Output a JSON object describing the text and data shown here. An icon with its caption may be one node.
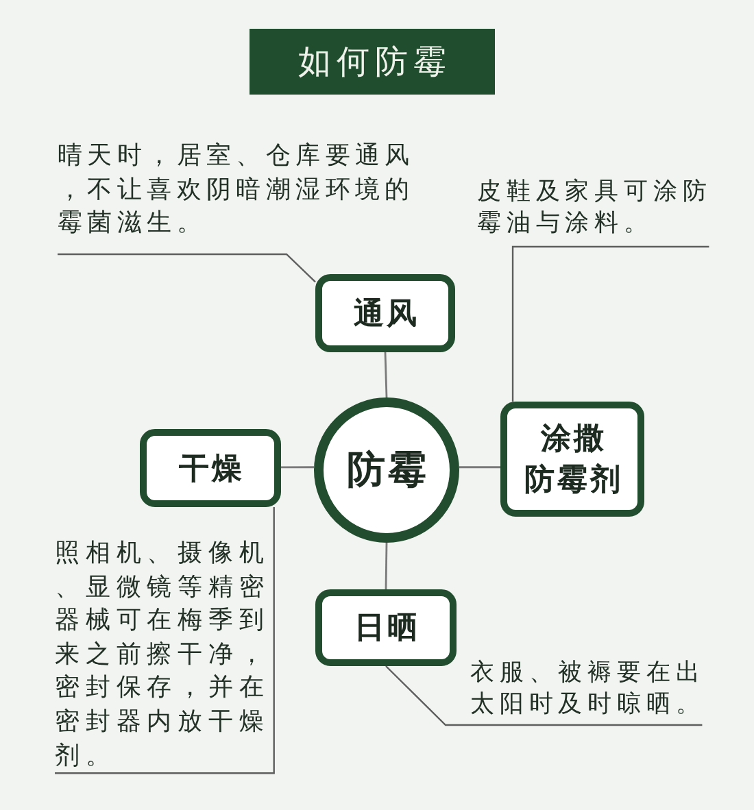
{
  "diagram": {
    "title": "如何防霉",
    "nodes": [
      {
        "text": [
          "晴天时，居室、仓库要通风，不让喜欢阴暗潮湿环境的霉菌滋生。"
        ]
      },
      {
        "text": [
          "皮鞋及家具可涂防霉油与涂料。"
        ]
      },
      {
        "text": [
          "通风"
        ]
      },
      {
        "text": [
          "干燥"
        ]
      },
      {
        "text": [
          "防霉"
        ]
      },
      {
        "text": [
          "涂撒防霉剂"
        ]
      },
      {
        "text": [
          "照相机、摄像机、显微镜等精密器械可在梅季到来之前擦干净，密封保存，并在密封器内放干燥剂。"
        ]
      },
      {
        "text": [
          "日晒"
        ]
      },
      {
        "text": [
          "衣服、被褥要在出太阳时及时晾晒。"
        ]
      }
    ],
    "edges": [
      {
        "from": 4,
        "to": 2,
        "arrow": "none"
      },
      {
        "from": 4,
        "to": 3,
        "arrow": "none"
      },
      {
        "from": 4,
        "to": 5,
        "arrow": "none"
      },
      {
        "from": 4,
        "to": 7,
        "arrow": "none"
      },
      {
        "from": 0,
        "to": 2,
        "arrow": "none"
      },
      {
        "from": 1,
        "to": 5,
        "arrow": "none"
      },
      {
        "from": 6,
        "to": 3,
        "arrow": "none"
      },
      {
        "from": 8,
        "to": 7,
        "arrow": "none"
      }
    ]
  }
}
